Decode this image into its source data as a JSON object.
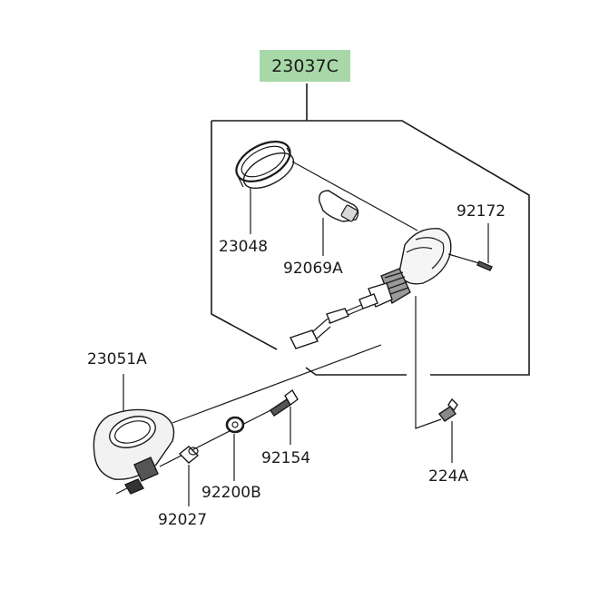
{
  "assembly": {
    "part_number": "23037C",
    "highlight_color": "#a8d8a8"
  },
  "parts": {
    "lens_rim": "23048",
    "bulb": "92069A",
    "screw_small": "92172",
    "bracket_cover": "23051A",
    "bolt": "92154",
    "washer": "92200B",
    "collar": "92027",
    "nut": "224A"
  }
}
